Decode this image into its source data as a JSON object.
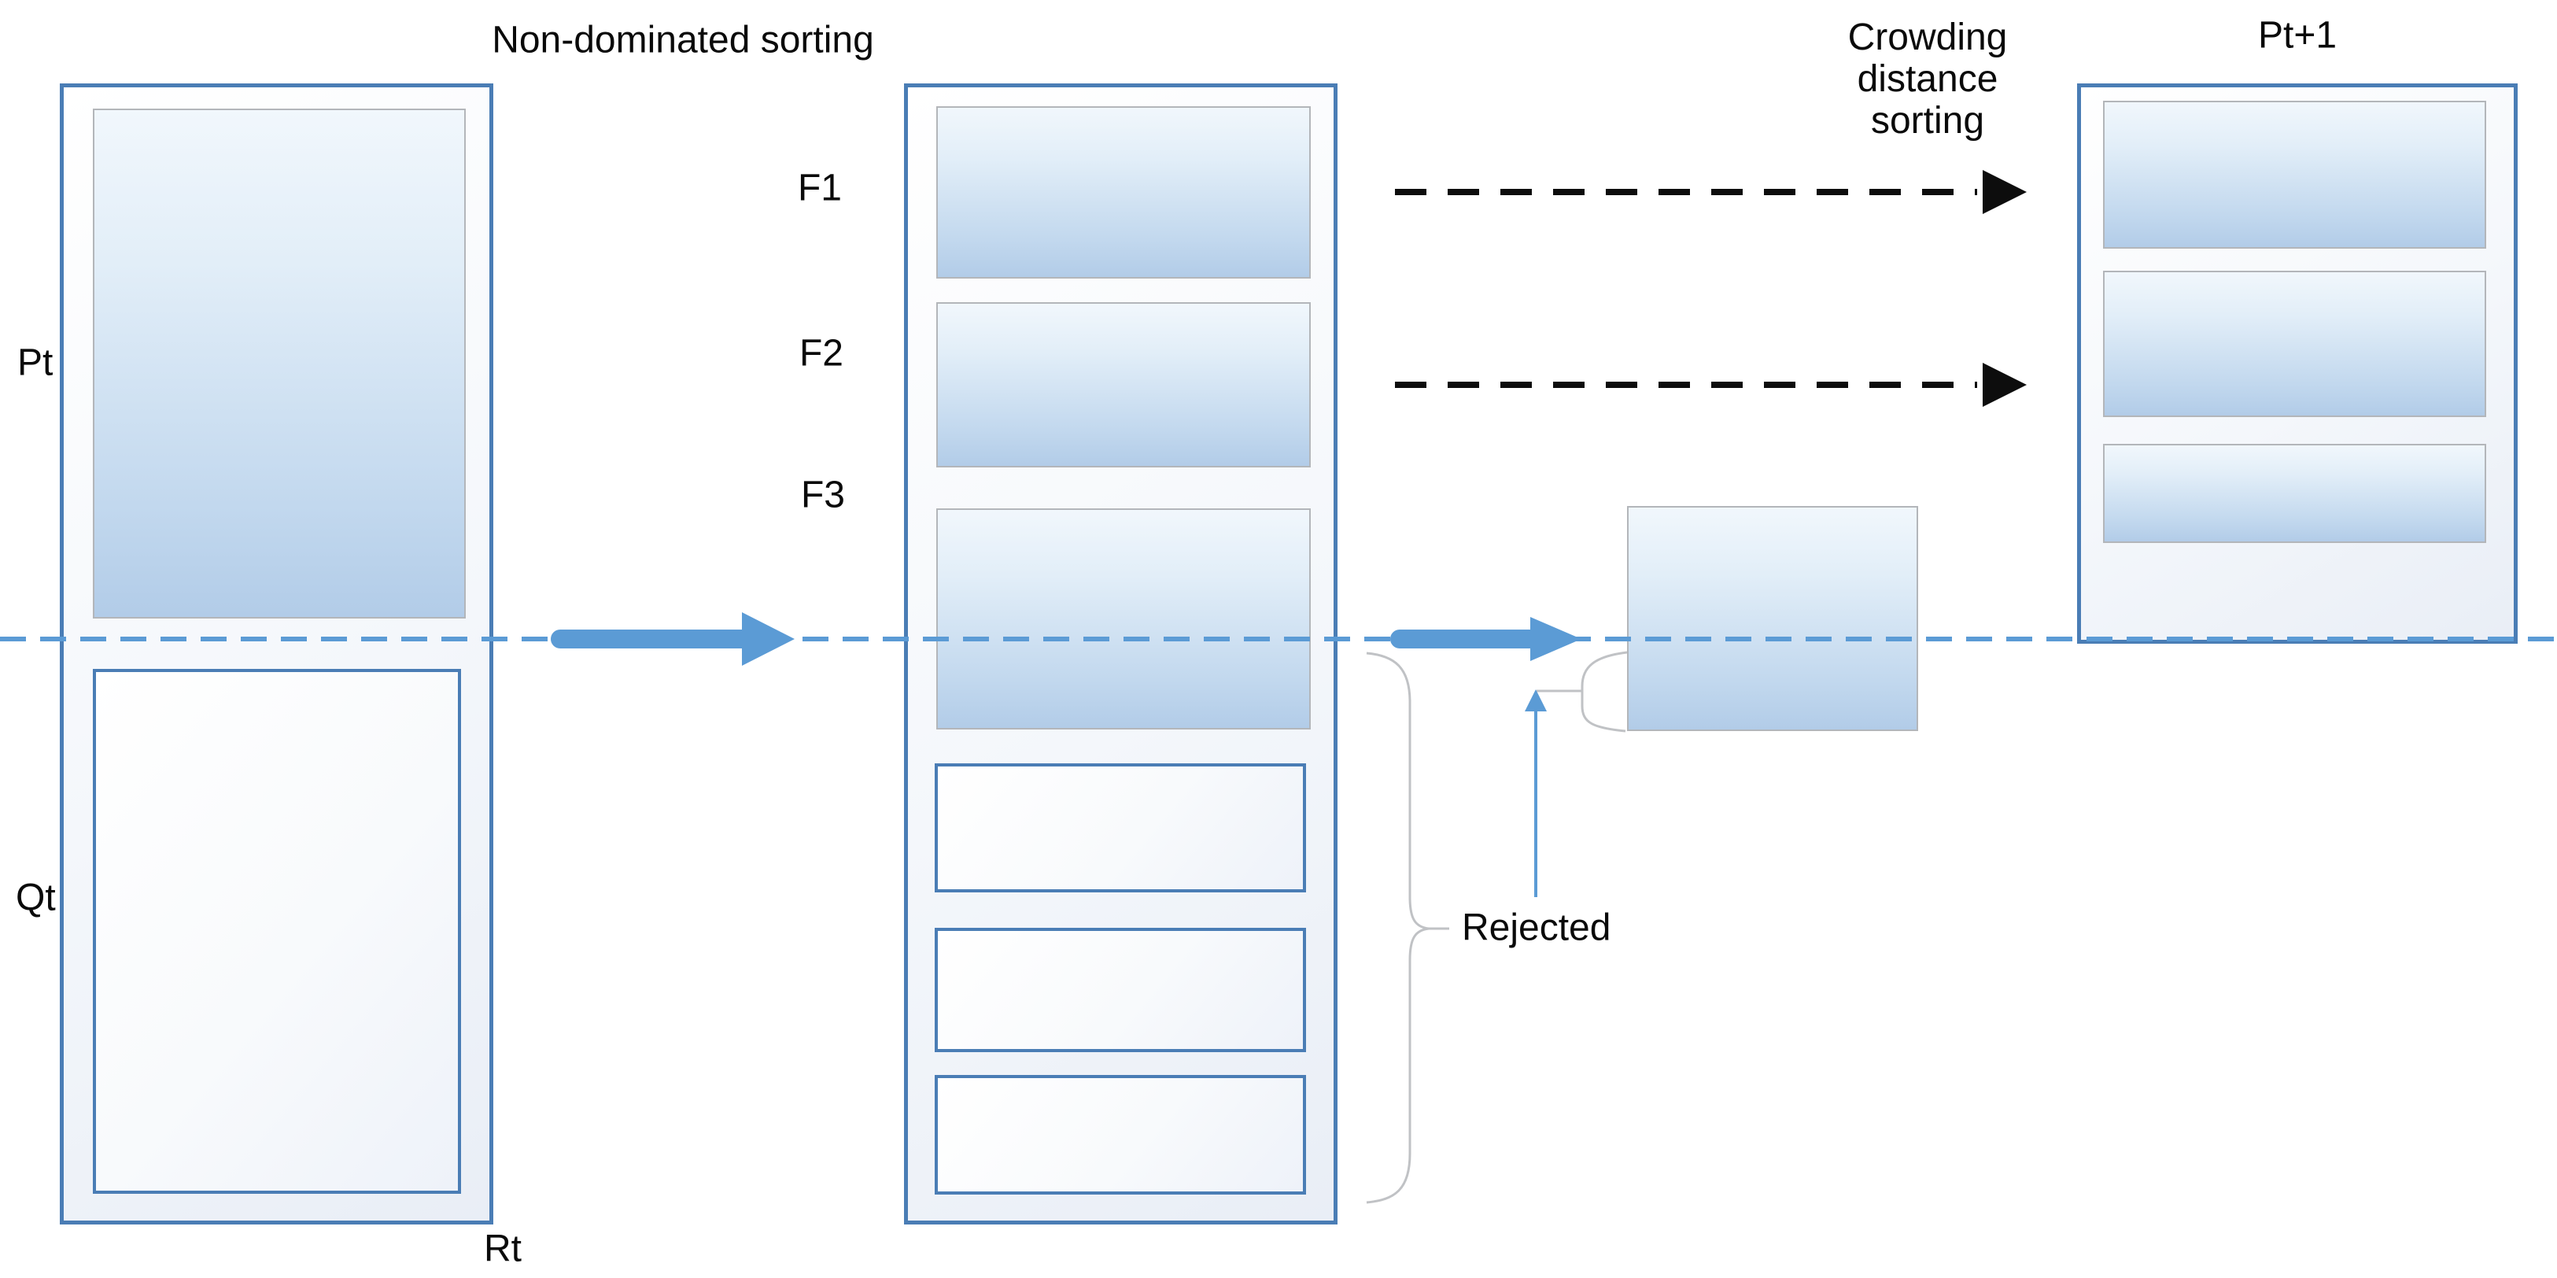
{
  "diagram": {
    "title": "Non-dominated sorting",
    "left": {
      "parent_label": "Pt",
      "offspring_label": "Qt",
      "combined_label": "Rt"
    },
    "fronts": {
      "f1_label": "F1",
      "f2_label": "F2",
      "f3_label": "F3"
    },
    "crowding_label_lines": [
      "Crowding",
      "distance",
      "sorting"
    ],
    "rejected_label": "Rejected",
    "next_population_label": "Pt+1",
    "colors": {
      "blue_border": "#4a7db5",
      "gray_border": "#b3b6ba",
      "arrow_blue": "#5b9bd5",
      "brace_gray": "#c0c2c5",
      "black": "#0d0d0d",
      "text": "#0a0a0a",
      "box_gradient_top": "#f1f7fc",
      "box_gradient_bottom": "#b2cce8"
    }
  }
}
